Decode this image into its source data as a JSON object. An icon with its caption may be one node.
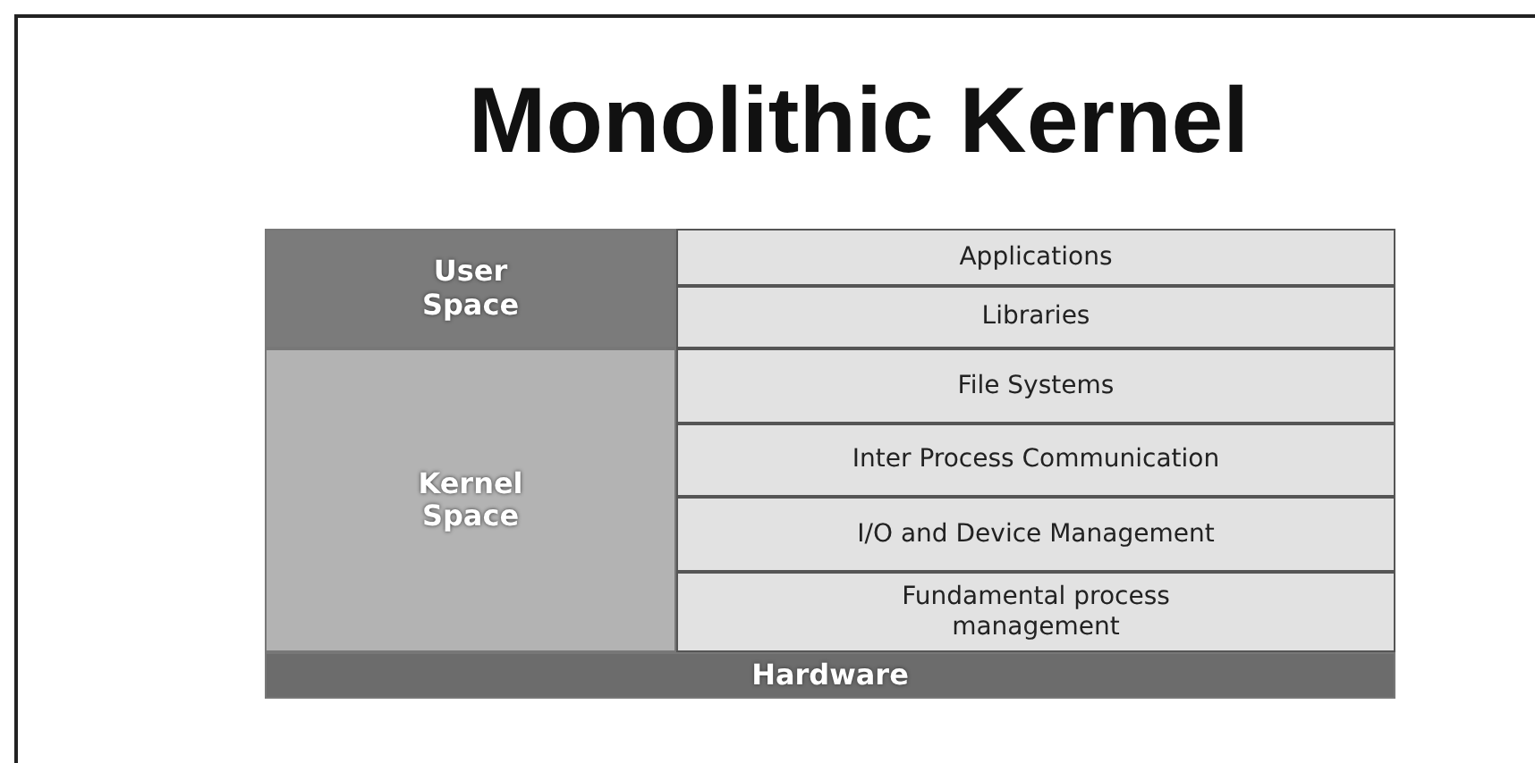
{
  "diagram": {
    "title": "Monolithic Kernel",
    "nodes": [
      {
        "text": [
          "User Space"
        ]
      },
      {
        "text": [
          "Kernel Space"
        ]
      },
      {
        "text": [
          "Applications"
        ]
      },
      {
        "text": [
          "Libraries"
        ]
      },
      {
        "text": [
          "File Systems"
        ]
      },
      {
        "text": [
          "Inter Process Communication"
        ]
      },
      {
        "text": [
          "I/O and Device Management"
        ]
      },
      {
        "text": [
          "Fundamental process management"
        ]
      },
      {
        "text": [
          "Hardware"
        ]
      }
    ]
  }
}
